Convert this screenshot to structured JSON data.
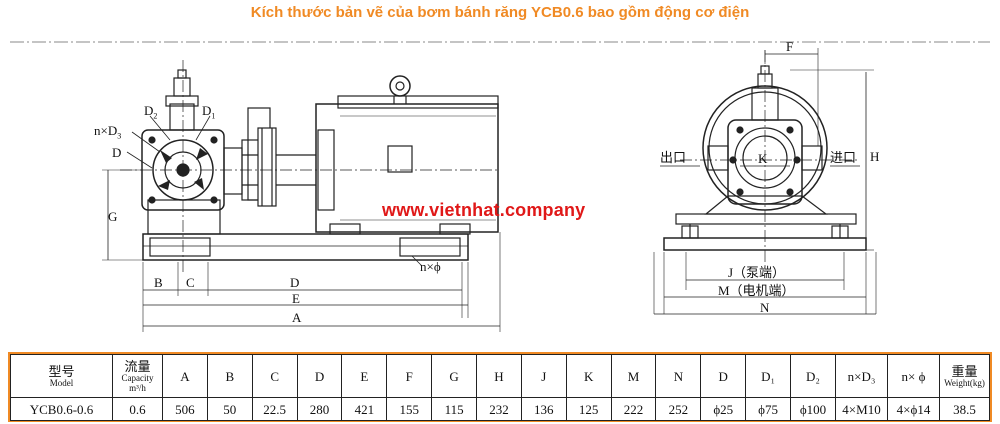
{
  "title": "Kích thước bản vẽ của bơm bánh răng YCB0.6 bao gồm động cơ điện",
  "watermark": "www.vietnhat.company",
  "colors": {
    "title": "#f08a24",
    "watermark": "#e01818",
    "table_border": "#f08a24"
  },
  "labels": {
    "d2": "D",
    "d2_sub": "2",
    "d1": "D",
    "d1_sub": "1",
    "nxd3": "n×D",
    "nxd3_sub": "3",
    "d": "D",
    "g": "G",
    "b": "B",
    "c": "C",
    "dim_d": "D",
    "e": "E",
    "a": "A",
    "nxphi": "n×ϕ",
    "f": "F",
    "h": "H",
    "k": "K",
    "outlet": "出口",
    "inlet": "进口",
    "j": "J（泵端）",
    "m": "M（电机端）",
    "n": "N"
  },
  "table": {
    "headers": [
      {
        "main": "型号",
        "sub": "Model"
      },
      {
        "main": "流量",
        "sub": "Capacity m³/h"
      },
      {
        "main": "A"
      },
      {
        "main": "B"
      },
      {
        "main": "C"
      },
      {
        "main": "D"
      },
      {
        "main": "E"
      },
      {
        "main": "F"
      },
      {
        "main": "G"
      },
      {
        "main": "H"
      },
      {
        "main": "J"
      },
      {
        "main": "K"
      },
      {
        "main": "M"
      },
      {
        "main": "N"
      },
      {
        "main": "D"
      },
      {
        "main": "D₁"
      },
      {
        "main": "D₂"
      },
      {
        "main": "n×D₃"
      },
      {
        "main": "n× ϕ"
      },
      {
        "main": "重量",
        "sub": "Weight(kg)"
      }
    ],
    "rows": [
      [
        "YCB0.6-0.6",
        "0.6",
        "506",
        "50",
        "22.5",
        "280",
        "421",
        "155",
        "115",
        "232",
        "136",
        "125",
        "222",
        "252",
        "ϕ25",
        "ϕ75",
        "ϕ100",
        "4×M10",
        "4×ϕ14",
        "38.5"
      ]
    ]
  }
}
